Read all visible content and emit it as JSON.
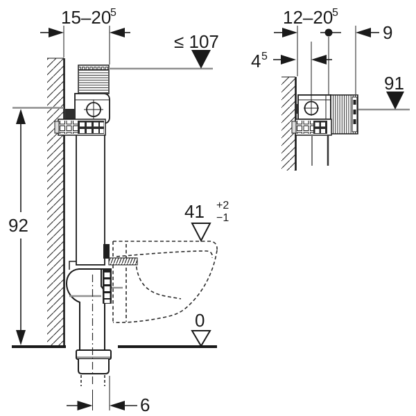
{
  "colors": {
    "line": "#1a1a1a",
    "level_line": "#8f8f8f",
    "background": "#ffffff"
  },
  "front_view": {
    "wall_clearance": {
      "value": "15–20",
      "sup": "5"
    },
    "max_height": {
      "value": "≤ 107"
    },
    "frame_height": {
      "value": "92"
    },
    "bowl_height": {
      "value": "41",
      "tolerance_plus": "+2",
      "tolerance_minus": "−1"
    },
    "floor_level": {
      "value": "0"
    },
    "outlet_offset": {
      "value": "6"
    }
  },
  "side_view": {
    "depth_range": {
      "value": "12–20",
      "sup": "5"
    },
    "front_depth": {
      "value": "9"
    },
    "wall_gap": {
      "value": "4",
      "sup": "5"
    },
    "outlet_height": {
      "value": "91"
    }
  }
}
